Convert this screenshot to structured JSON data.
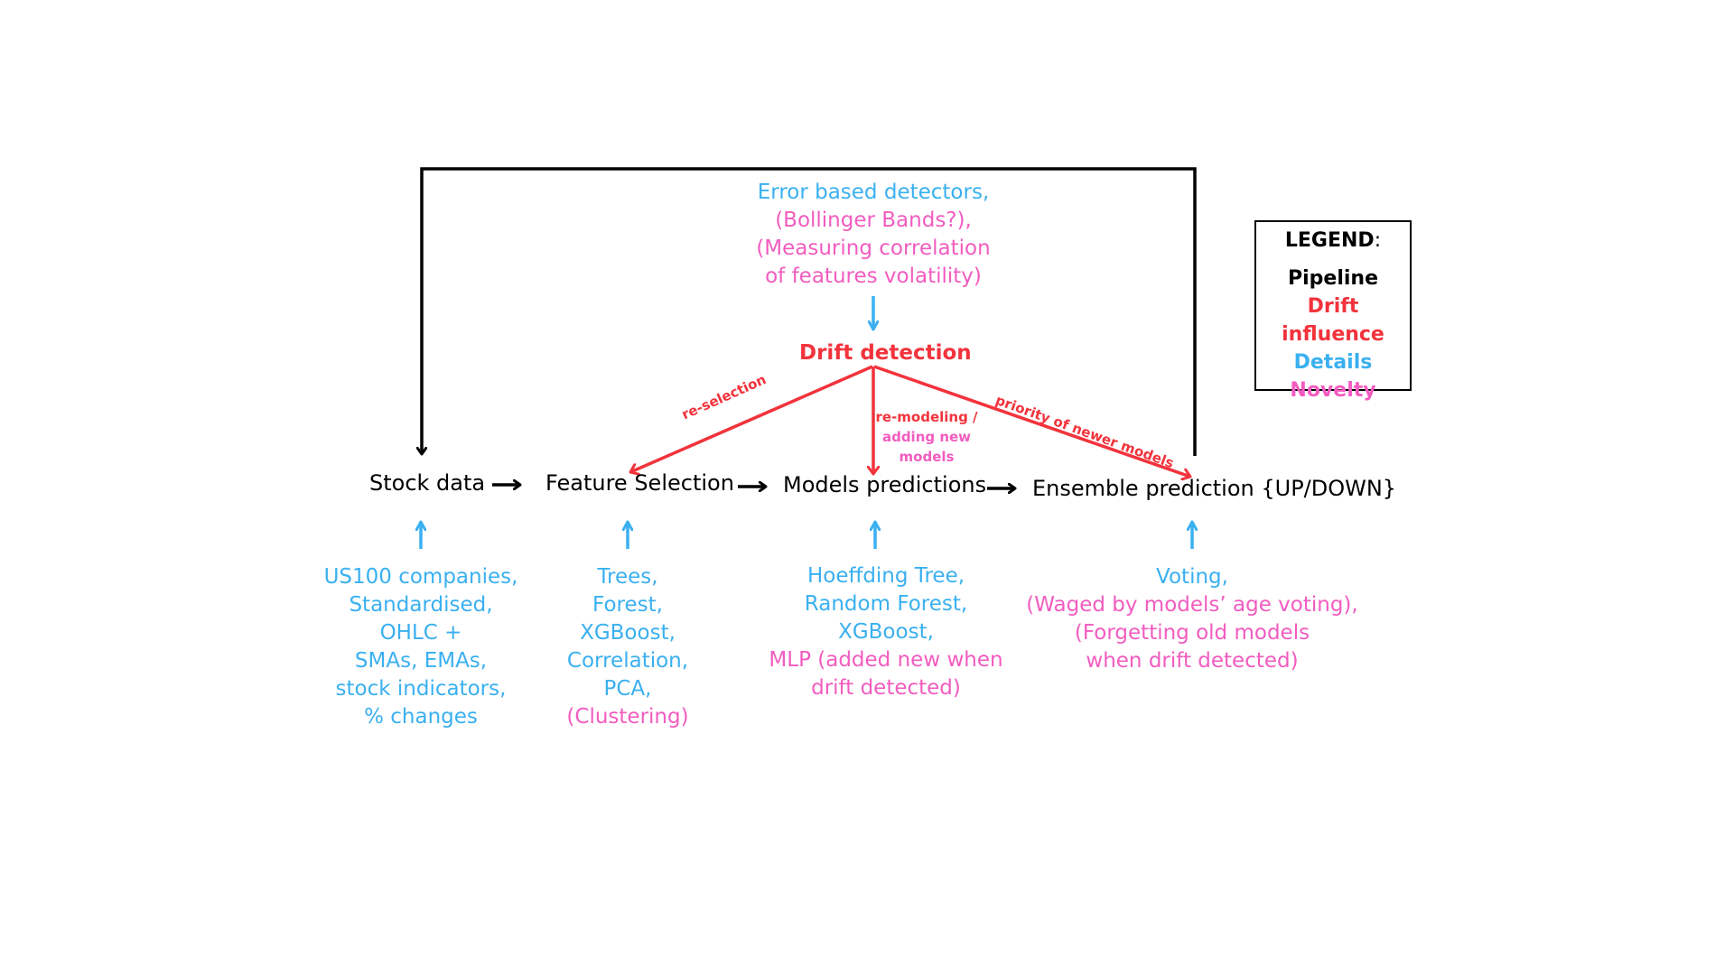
{
  "pipeline": {
    "stock_data": "Stock data",
    "feature_selection": "Feature Selection",
    "models_predictions": "Models predictions",
    "ensemble_prediction": "Ensemble prediction {UP/DOWN}"
  },
  "drift": {
    "title": "Drift detection",
    "detectors": [
      {
        "text": "Error based detectors,",
        "kind": "details"
      },
      {
        "text": "(Bollinger Bands?),",
        "kind": "novelty"
      },
      {
        "text": "(Measuring correlation",
        "kind": "novelty"
      },
      {
        "text": "of features volatility)",
        "kind": "novelty"
      }
    ],
    "labels": {
      "reselection": "re-selection",
      "remodeling": "re-modeling /",
      "adding_new": "adding new",
      "models": "models",
      "priority": "priority of newer models"
    }
  },
  "details": {
    "stock_data": [
      {
        "text": "US100 companies,",
        "kind": "details"
      },
      {
        "text": "Standardised,",
        "kind": "details"
      },
      {
        "text": "OHLC +",
        "kind": "details"
      },
      {
        "text": "SMAs, EMAs,",
        "kind": "details"
      },
      {
        "text": "stock indicators,",
        "kind": "details"
      },
      {
        "text": "% changes",
        "kind": "details"
      }
    ],
    "feature_selection": [
      {
        "text": "Trees,",
        "kind": "details"
      },
      {
        "text": "Forest,",
        "kind": "details"
      },
      {
        "text": "XGBoost,",
        "kind": "details"
      },
      {
        "text": "Correlation,",
        "kind": "details"
      },
      {
        "text": "PCA,",
        "kind": "details"
      },
      {
        "text": "(Clustering)",
        "kind": "novelty"
      }
    ],
    "models_predictions": [
      {
        "text": "Hoeffding Tree,",
        "kind": "details"
      },
      {
        "text": "Random Forest,",
        "kind": "details"
      },
      {
        "text": "XGBoost,",
        "kind": "details"
      },
      {
        "text": "MLP (added new when",
        "kind": "novelty"
      },
      {
        "text": "drift detected)",
        "kind": "novelty"
      }
    ],
    "ensemble_prediction": [
      {
        "text": "Voting,",
        "kind": "details"
      },
      {
        "text": "(Waged by models’ age voting),",
        "kind": "novelty"
      },
      {
        "text": "(Forgetting old models",
        "kind": "novelty"
      },
      {
        "text": "when drift detected)",
        "kind": "novelty"
      }
    ]
  },
  "legend": {
    "title": "LEGEND",
    "colon": ":",
    "items": {
      "pipeline": "Pipeline",
      "drift_influence": "Drift influence",
      "details": "Details",
      "novelty": "Novelty"
    }
  },
  "colors": {
    "pipeline": "#000000",
    "drift_influence": "#f2333c",
    "details": "#3ab0f0",
    "novelty": "#f25cc0"
  }
}
